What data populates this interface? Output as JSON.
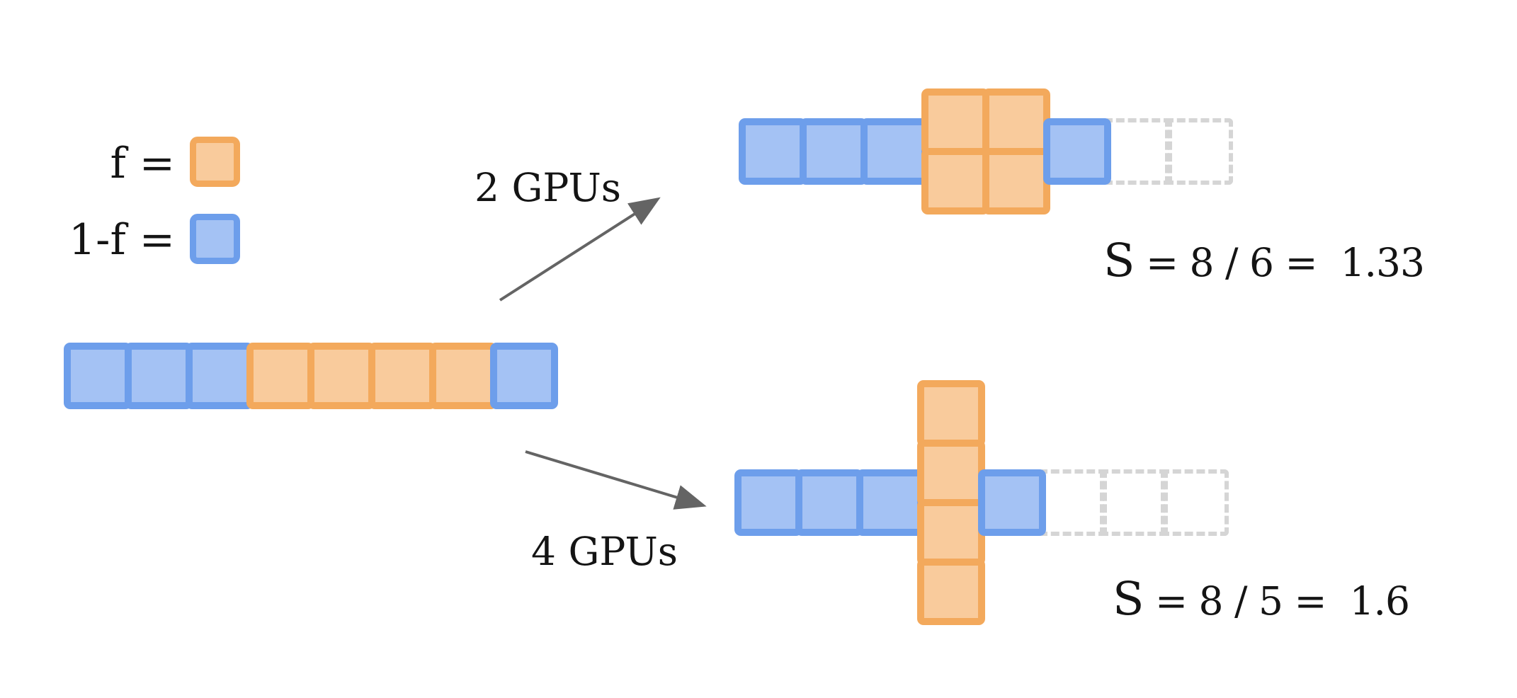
{
  "legend": {
    "rows": [
      {
        "label": "f =",
        "swatch": "orange"
      },
      {
        "label": "1-f =",
        "swatch": "blue"
      }
    ]
  },
  "baseline": {
    "total_units": 8,
    "cells": [
      "blue",
      "blue",
      "blue",
      "orange",
      "orange",
      "orange",
      "orange",
      "blue"
    ]
  },
  "branches": [
    {
      "label": "2 GPUs",
      "speedup": "S = 8 / 6 =  1.33",
      "pre_cells": [
        "blue",
        "blue",
        "blue"
      ],
      "parallel": {
        "color": "orange",
        "cols": 2,
        "rows": 2
      },
      "post_cells": [
        "blue"
      ],
      "saved_slots": 2
    },
    {
      "label": "4 GPUs",
      "speedup": "S = 8 / 5 =  1.6",
      "pre_cells": [
        "blue",
        "blue",
        "blue"
      ],
      "parallel": {
        "color": "orange",
        "cols": 1,
        "rows": 4
      },
      "post_cells": [
        "blue"
      ],
      "saved_slots": 3
    }
  ],
  "colors": {
    "blue_border": "#6d9eeb",
    "blue_fill": "#a4c2f4",
    "orange_border": "#f3a95c",
    "orange_fill": "#f9cb9c",
    "dashed_border": "#d5d5d5",
    "arrow": "#646464",
    "text": "#141414"
  }
}
